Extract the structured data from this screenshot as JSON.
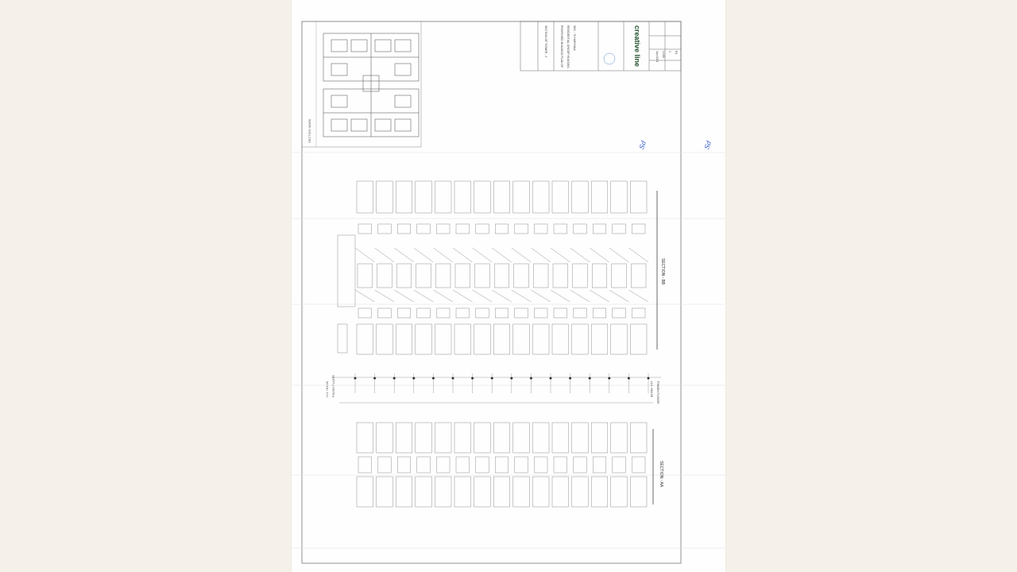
{
  "document": {
    "title_block": {
      "brand": "creative line",
      "section_mark_label": "SECTION MARK",
      "sheet_title": "SECTION OF TOWER - 2",
      "project_lines": [
        "PROPOSED BUILDING PLAN OF",
        "RESIDENTIAL GROUP HOUSING",
        "SEC - 70 HARYANA"
      ],
      "date": "Jan 2021",
      "scale": "1:100",
      "drawing_no": "1",
      "rev": "R1"
    },
    "sections": {
      "bb_label": "SECTION - BB",
      "aa_label": "SECTION - AA"
    },
    "levels": {
      "left_top": "LVL +84.00",
      "left_bottom": "FINISH FLOOR",
      "right_top": "LVL +84.00",
      "right_bottom": "FINISH FLOOR"
    },
    "handwriting": [
      "Sd",
      "Sd"
    ],
    "accent": "#1f4e2a",
    "ink": "#2a56c6"
  }
}
